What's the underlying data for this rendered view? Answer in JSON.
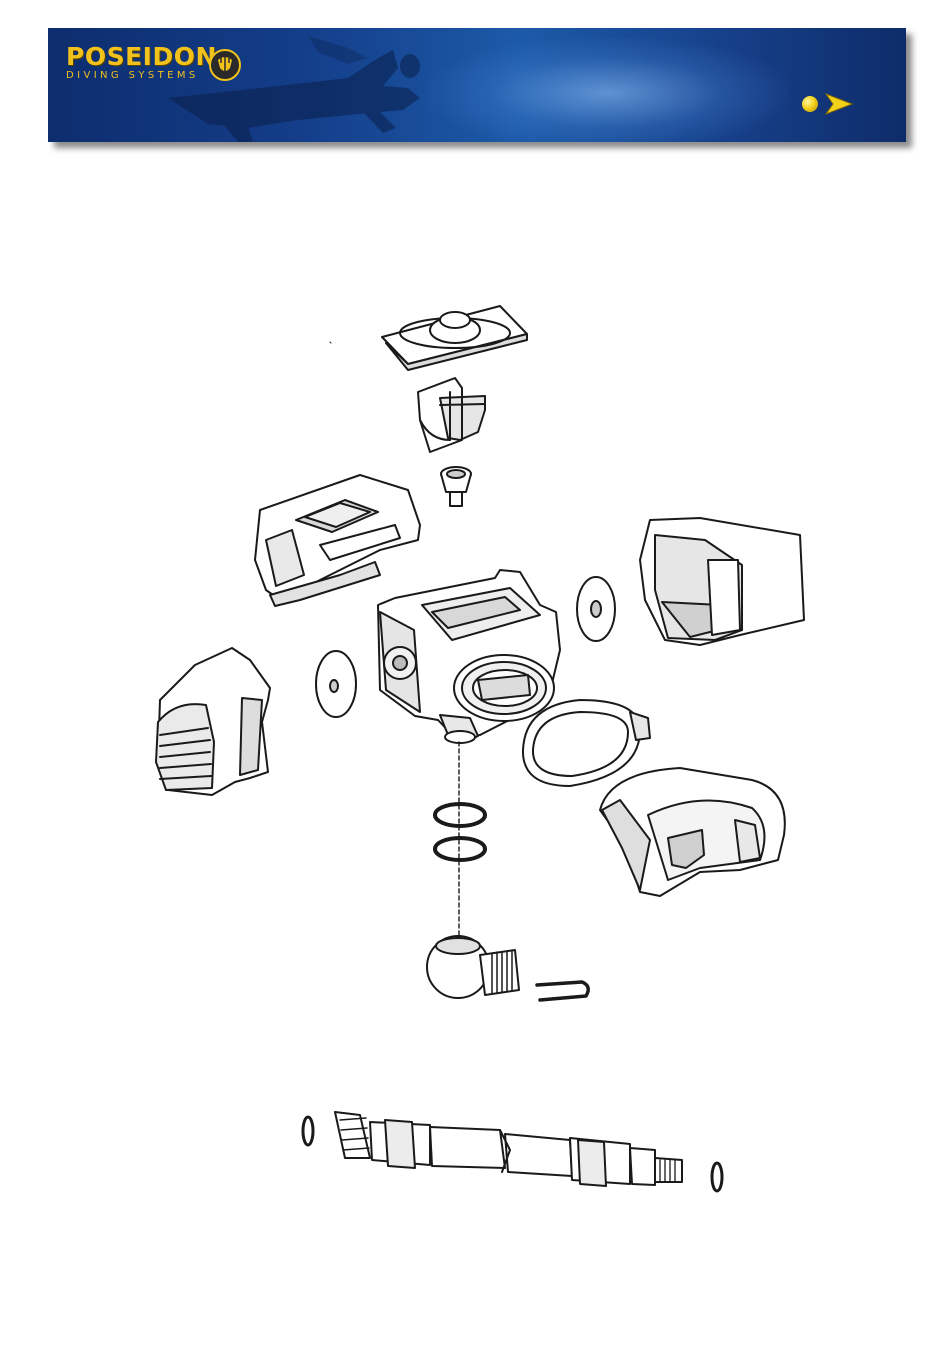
{
  "header": {
    "brand_name": "POSEIDON",
    "brand_tagline": "DIVING SYSTEMS",
    "logo_icon": "poseidon-seal-icon",
    "nav": {
      "dot_icon": "yellow-dot-icon",
      "next_icon": "next-arrow-icon"
    },
    "colors": {
      "banner_dark": "#0d2d6e",
      "banner_light": "#1c5aa8",
      "brand_yellow": "#f1c21b"
    }
  },
  "diagram": {
    "parts": [
      "cover-plate",
      "exhaust-valve-clip",
      "valve-seat",
      "top-exhaust-cover",
      "side-exhaust-tee",
      "side-diaphragm-left",
      "side-diaphragm-right",
      "regulator-housing",
      "purge-button-cover",
      "mouthpiece-gasket",
      "mouthpiece",
      "o-ring-upper",
      "o-ring-lower",
      "swivel-ball-inlet",
      "retaining-clip",
      "hose-o-ring-left",
      "low-pressure-hose",
      "hose-o-ring-right"
    ]
  }
}
